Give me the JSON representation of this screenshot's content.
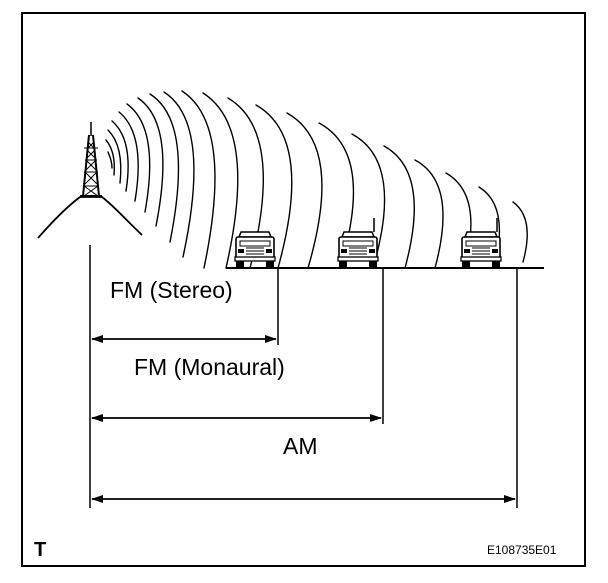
{
  "labels": {
    "fm_stereo": "FM (Stereo)",
    "fm_monaural": "FM (Monaural)",
    "am": "AM"
  },
  "footer": {
    "corner_mark": "T",
    "figure_code": "E108735E01"
  }
}
